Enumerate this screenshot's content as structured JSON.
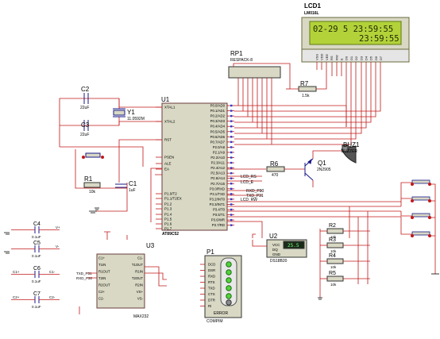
{
  "lcd": {
    "ref": "LCD1",
    "model": "LM016L",
    "line1": "02-29 5 23:59:55",
    "line2": "23:59:55",
    "pins": [
      "VSS",
      "VDD",
      "VEE",
      "RS",
      "RW",
      "E",
      "D0",
      "D1",
      "D2",
      "D3",
      "D4",
      "D5",
      "D6",
      "D7"
    ]
  },
  "rp1": {
    "ref": "RP1",
    "model": "RESPACK-8"
  },
  "r7": {
    "ref": "R7",
    "value": "1.5k"
  },
  "mcu": {
    "ref": "U1",
    "model": "AT89C52",
    "left_pins": [
      "XTAL1",
      "XTAL2",
      "RST",
      "PSEN",
      "ALE",
      "EA",
      "P1.0/T2",
      "P1.1/T2EX",
      "P1.2",
      "P1.3",
      "P1.4",
      "P1.5",
      "P1.6",
      "P1.7"
    ],
    "right_pins": [
      "P0.0/AD0",
      "P0.1/AD1",
      "P0.2/AD2",
      "P0.3/AD3",
      "P0.4/AD4",
      "P0.5/AD5",
      "P0.6/AD6",
      "P0.7/AD7",
      "P2.0/A8",
      "P2.1/A9",
      "P2.2/A10",
      "P2.3/A11",
      "P2.4/A12",
      "P2.5/A13",
      "P2.6/A14",
      "P2.7/A15",
      "P3.0/RXD",
      "P3.1/TXD",
      "P3.2/INT0",
      "P3.3/INT1",
      "P3.4/T0",
      "P3.5/T1",
      "P3.6/WR",
      "P3.7/RD"
    ]
  },
  "c2": {
    "ref": "C2",
    "value": "22uF"
  },
  "c3": {
    "ref": "C3",
    "value": "22uF"
  },
  "y1": {
    "ref": "Y1",
    "value": "11.0592M"
  },
  "r1": {
    "ref": "R1",
    "value": "10k"
  },
  "c1": {
    "ref": "C1",
    "value": "1uF"
  },
  "r6": {
    "ref": "R6",
    "value": "470"
  },
  "q1": {
    "ref": "Q1",
    "model": "2N2905"
  },
  "buz": {
    "ref": "BUZ1",
    "model": "BUZZER"
  },
  "net_labels": {
    "lcd_rs": "LCD_RS",
    "lcd_e": "LCD_E",
    "rxd": "RXD_P30",
    "txd": "TXD_P31",
    "lcd_rw": "LCD_RW"
  },
  "u2": {
    "ref": "U2",
    "model": "DS18B20",
    "pins": [
      "VCC",
      "DQ",
      "GND"
    ],
    "reading": "25.5"
  },
  "u3": {
    "ref": "U3",
    "model": "MAX232",
    "left_pins": [
      "C1+",
      "T1IN",
      "R1OUT",
      "T2IN",
      "R2OUT",
      "C2+",
      "C2-"
    ],
    "right_pins": [
      "C1-",
      "T1OUT",
      "R1IN",
      "T2OUT",
      "R2IN",
      "VS+",
      "VS-"
    ]
  },
  "u3_labels": [
    "TXD_P31",
    "RXD_P30"
  ],
  "p1": {
    "ref": "P1",
    "model": "COMPIM",
    "pins": [
      "DCD",
      "DSR",
      "RXD",
      "RTS",
      "TXD",
      "CTS",
      "DTR",
      "RI"
    ],
    "error": "ERROR"
  },
  "caps_left": [
    {
      "ref": "C4",
      "value": "0.1uF",
      "net": "V+"
    },
    {
      "ref": "C5",
      "value": "0.1uF",
      "net": "V-"
    },
    {
      "ref": "C6",
      "value": "0.1uF",
      "net": "C1+",
      "net2": "C1-"
    },
    {
      "ref": "C7",
      "value": "0.1uF",
      "net": "C2+",
      "net2": "C2-"
    }
  ],
  "resistors_right": [
    {
      "ref": "R2",
      "value": "10k"
    },
    {
      "ref": "R3",
      "value": "10k"
    },
    {
      "ref": "R4",
      "value": "10k"
    },
    {
      "ref": "R5",
      "value": "10k"
    }
  ]
}
